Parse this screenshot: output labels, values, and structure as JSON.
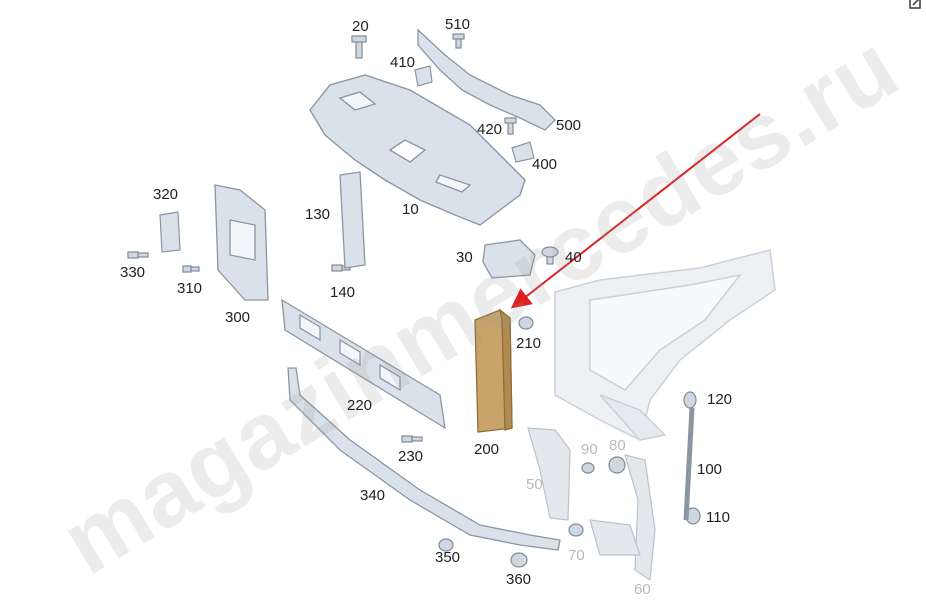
{
  "labels": {
    "l20": "20",
    "l510": "510",
    "l410": "410",
    "l500": "500",
    "l420": "420",
    "l400": "400",
    "l10": "10",
    "l130": "130",
    "l320": "320",
    "l330": "330",
    "l310": "310",
    "l300": "300",
    "l140": "140",
    "l30": "30",
    "l40": "40",
    "l210": "210",
    "l220": "220",
    "l200": "200",
    "l230": "230",
    "l120": "120",
    "l100": "100",
    "l110": "110",
    "l90": "90",
    "l80": "80",
    "l50": "50",
    "l340": "340",
    "l70": "70",
    "l350": "350",
    "l360": "360",
    "l60": "60"
  },
  "watermark": "magazinmercedes.ru",
  "colors": {
    "part_fill": "#d9e2ea",
    "part_stroke": "#8a97a3",
    "highlight": "#c8a46a",
    "arrow": "#e02020",
    "faded": "#e3e8ed"
  },
  "icons": {
    "edit": "external-edit-icon"
  }
}
